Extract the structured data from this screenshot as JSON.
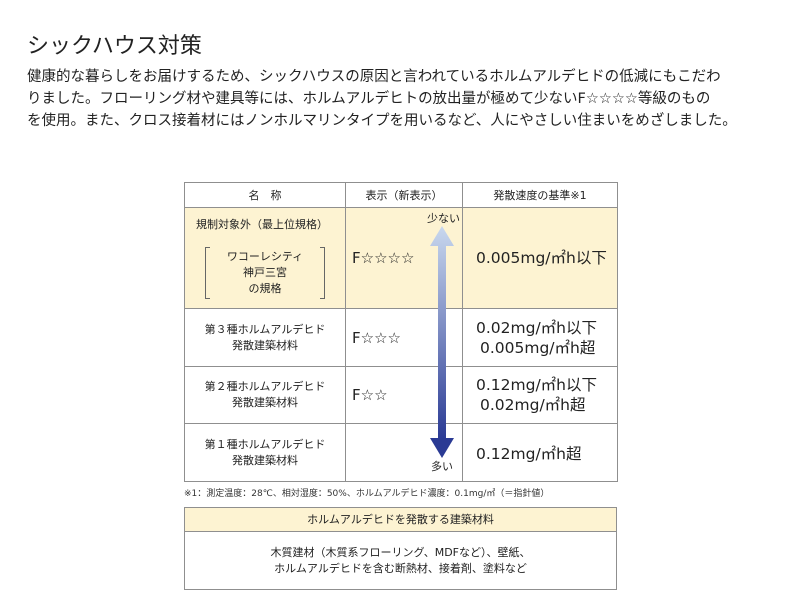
{
  "title": "シックハウス対策",
  "intro_lines": [
    "健康的な暮らしをお届けするため、シックハウスの原因と言われているホルムアルデヒドの低減にもこだわ",
    "りました。フローリング材や建具等には、ホルムアルデヒトの放出量が極めて少ないF☆☆☆☆等級のもの",
    "を使用。また、クロス接着材にはノンホルマリンタイプを用いるなど、人にやさしい住まいをめざしました。"
  ],
  "table": {
    "headers": [
      "名　称",
      "表示（新表示）",
      "発散速度の基準※1"
    ],
    "arrow": {
      "top_label": "少ない",
      "bottom_label": "多い",
      "color_top": "#c9d8ee",
      "color_bottom": "#2a3a94"
    },
    "rows": [
      {
        "name_heading": "規制対象外（最上位規格）",
        "name_bracket": [
          "ワコーレシティ",
          "神戸三宮",
          "の規格"
        ],
        "label": "F☆☆☆☆",
        "standard": [
          "0.005mg/㎡h以下"
        ],
        "highlight": true
      },
      {
        "name": [
          "第３種ホルムアルデヒド",
          "発散建築材料"
        ],
        "label": "F☆☆☆",
        "standard": [
          "0.02mg/㎡h以下",
          "0.005mg/㎡h超"
        ],
        "highlight": false
      },
      {
        "name": [
          "第２種ホルムアルデヒド",
          "発散建築材料"
        ],
        "label": "F☆☆",
        "standard": [
          "0.12mg/㎡h以下",
          "0.02mg/㎡h超"
        ],
        "highlight": false
      },
      {
        "name": [
          "第１種ホルムアルデヒド",
          "発散建築材料"
        ],
        "label": "",
        "standard": [
          "0.12mg/㎡h超"
        ],
        "highlight": false
      }
    ]
  },
  "footnote": "※1：測定温度：28℃、相対湿度：50%、ホルムアルデヒド濃度：0.1mg/㎥（＝指針値）",
  "materials": {
    "heading": "ホルムアルデヒドを発散する建築材料",
    "lines": [
      "木質建材（木質系フローリング、MDFなど）、壁紙、",
      "ホルムアルデヒドを含む断熱材、接着剤、塗料など"
    ]
  },
  "colors": {
    "highlight_bg": "#fdf3d2",
    "border": "#8f8f8f"
  }
}
